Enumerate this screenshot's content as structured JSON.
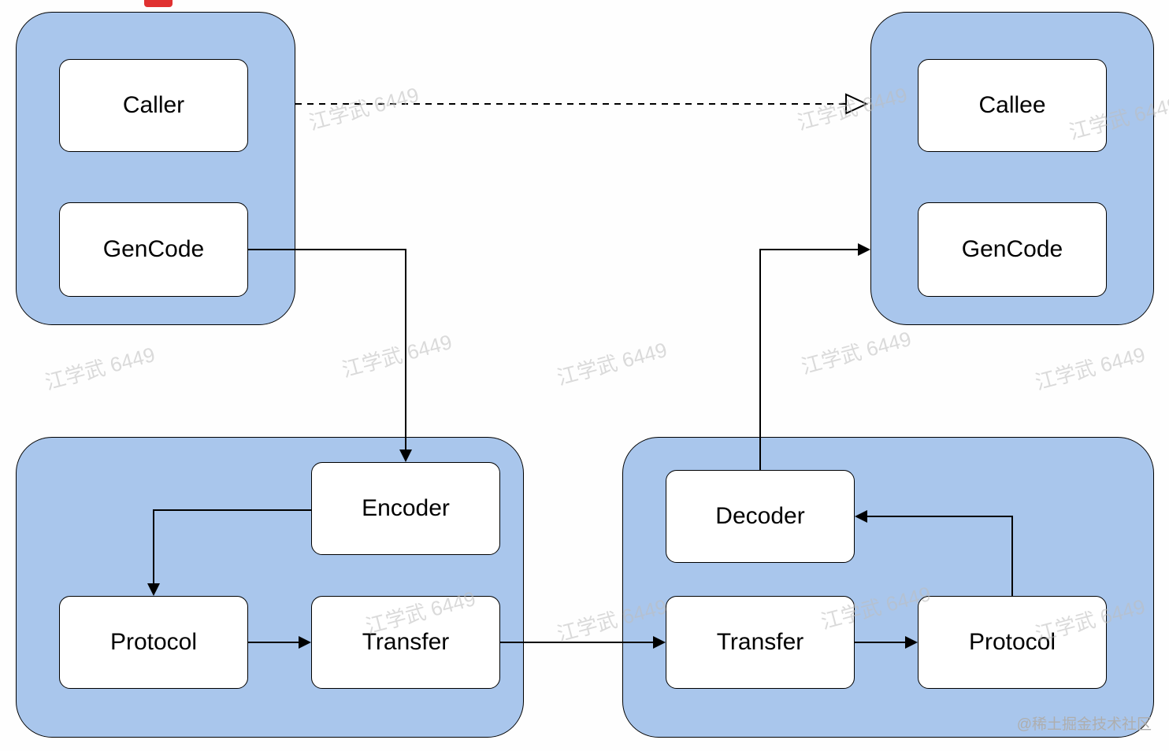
{
  "nodes": {
    "caller": "Caller",
    "caller_gencode": "GenCode",
    "callee": "Callee",
    "callee_gencode": "GenCode",
    "encoder": "Encoder",
    "protocol_left": "Protocol",
    "transfer_left": "Transfer",
    "decoder": "Decoder",
    "transfer_right": "Transfer",
    "protocol_right": "Protocol"
  },
  "edges": [
    {
      "from": "caller",
      "to": "callee",
      "style": "dashed",
      "arrowhead": "open"
    },
    {
      "from": "caller_gencode",
      "to": "encoder",
      "style": "solid",
      "arrowhead": "filled"
    },
    {
      "from": "encoder",
      "to": "protocol_left",
      "style": "solid",
      "arrowhead": "filled"
    },
    {
      "from": "protocol_left",
      "to": "transfer_left",
      "style": "solid",
      "arrowhead": "filled"
    },
    {
      "from": "transfer_left",
      "to": "transfer_right",
      "style": "solid",
      "arrowhead": "filled"
    },
    {
      "from": "transfer_right",
      "to": "protocol_right",
      "style": "solid",
      "arrowhead": "filled"
    },
    {
      "from": "protocol_right",
      "to": "decoder",
      "style": "solid",
      "arrowhead": "filled"
    },
    {
      "from": "decoder",
      "to": "callee_gencode",
      "style": "solid",
      "arrowhead": "filled"
    }
  ],
  "watermark": {
    "text": "江学武 6449"
  },
  "footer": {
    "credit": "@稀土掘金技术社区"
  },
  "colors": {
    "container_fill": "#a9c6ec",
    "node_fill": "#ffffff",
    "border": "#000000",
    "watermark": "#bdbdbd",
    "background": "#fefefe"
  }
}
